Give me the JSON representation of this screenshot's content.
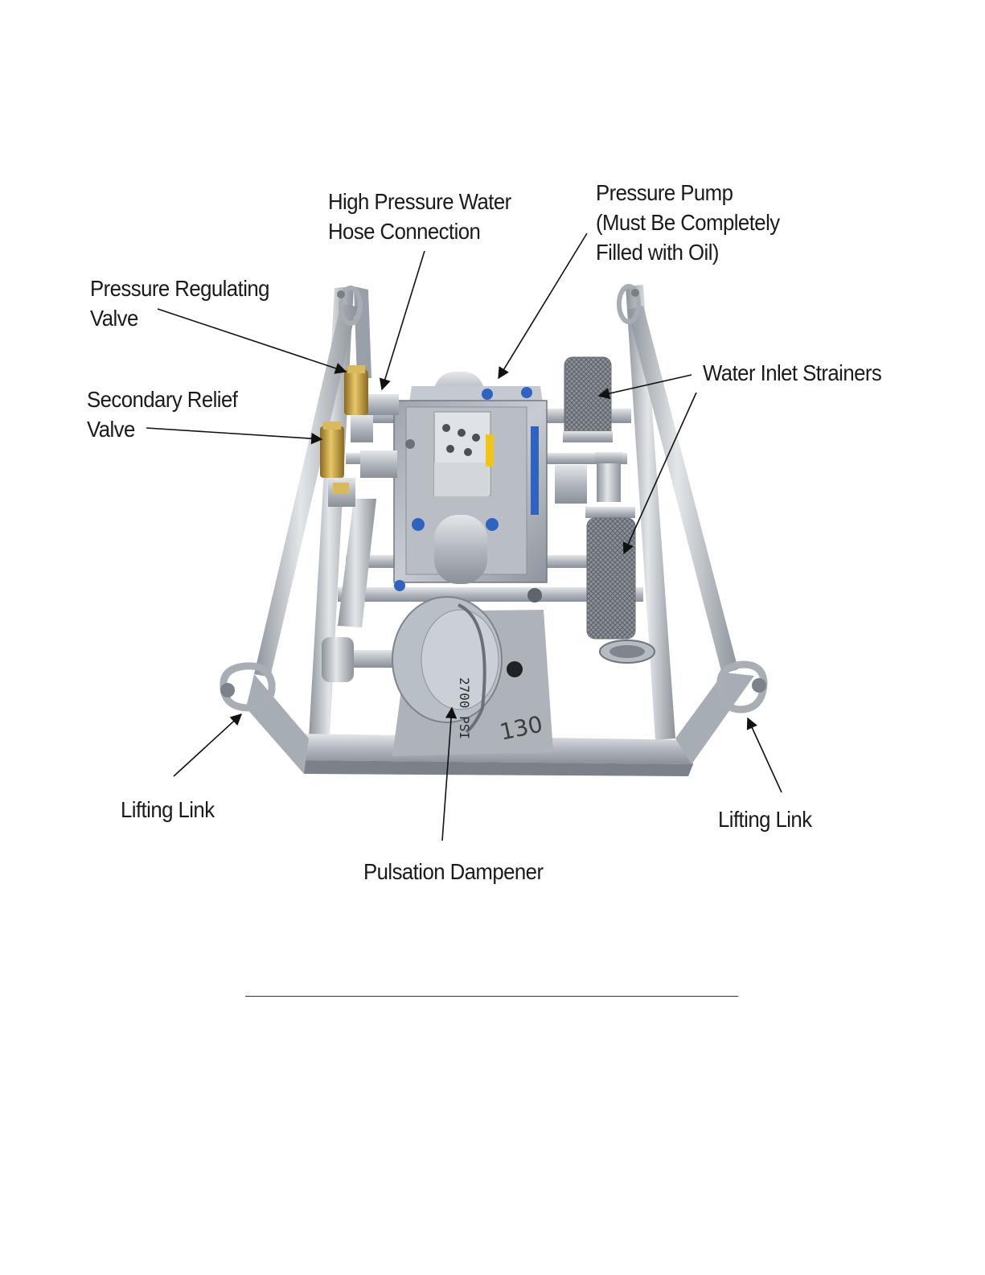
{
  "labels": {
    "hp_hose": [
      "High Pressure Water",
      "Hose Connection"
    ],
    "pump": [
      "Pressure Pump",
      "(Must Be Completely",
      "Filled with Oil)"
    ],
    "regulating": [
      "Pressure Regulating",
      "Valve"
    ],
    "strainers": [
      "Water Inlet Strainers"
    ],
    "relief": [
      "Secondary Relief",
      "Valve"
    ],
    "lift_left": [
      "Lifting Link"
    ],
    "lift_right": [
      "Lifting Link"
    ],
    "dampener": [
      "Pulsation Dampener"
    ]
  },
  "photo_text": {
    "dampener_marking": "2700 PSI",
    "plate_marking": "130"
  },
  "colors": {
    "steel": "#b9bdc3",
    "brass": "#c9a545",
    "blue_accent": "#2f63c2",
    "yellow_tag": "#f0c419",
    "text": "#1a1a1a"
  }
}
